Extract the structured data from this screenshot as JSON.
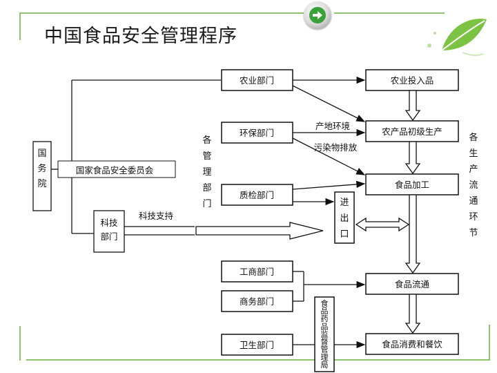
{
  "slide": {
    "title": "中国食品安全管理程序"
  },
  "diagram": {
    "state_council": "国务院",
    "committee": "国家食品安全委员会",
    "tech_dept": "科技部门",
    "tech_support": "科技支持",
    "mgmt_depts_label": "各管理部门",
    "chain_label": "各生产流通环节",
    "import_export": "进出口",
    "fda": "食品药品监督管理局",
    "departments": {
      "agri": "农业部门",
      "env": "环保部门",
      "quality": "质检部门",
      "commerce_admin": "工商部门",
      "commerce": "商务部门",
      "health": "卫生部门"
    },
    "stages": {
      "agri_inputs": "农业投入品",
      "primary": "农产品初级生产",
      "processing": "食品加工",
      "circulation": "食品流通",
      "consumption": "食品消费和餐饮"
    },
    "edge_labels": {
      "environment": "产地环境",
      "pollution": "污染物排放"
    }
  },
  "icons": [
    "next-arrow-icon",
    "leaf-decoration-icon"
  ],
  "colors": {
    "frame": "#8dc26f",
    "accent": "#3aa03a"
  }
}
